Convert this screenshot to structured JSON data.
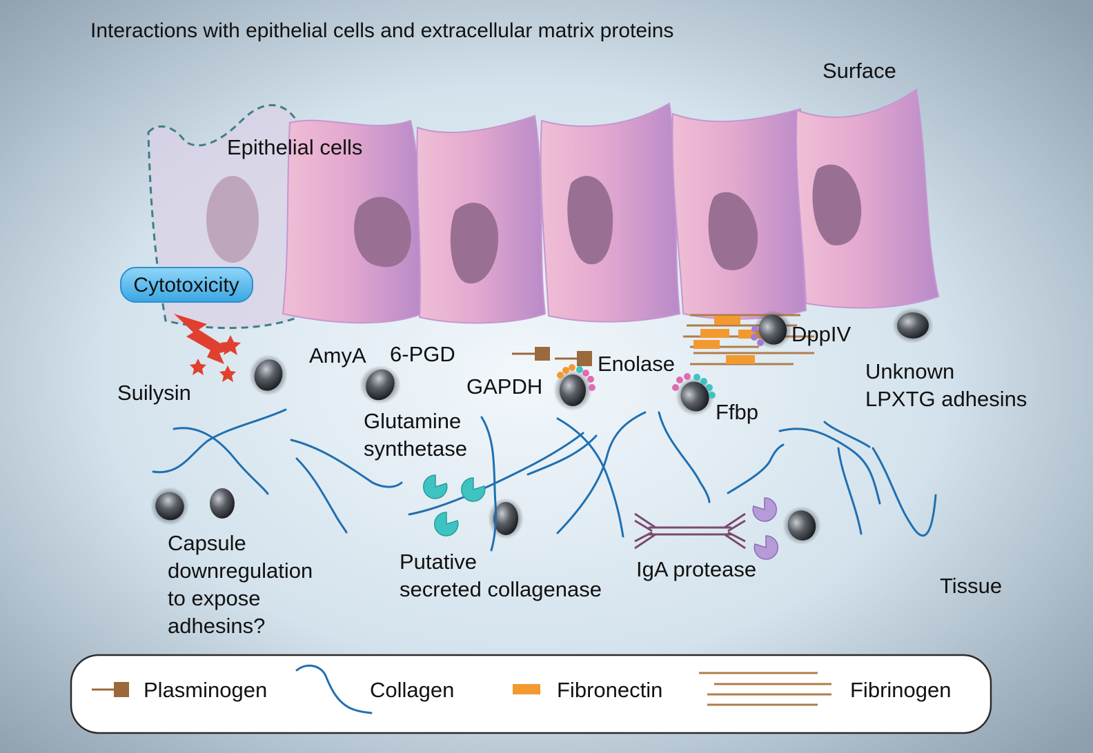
{
  "title": "Interactions with epithelial cells and extracellular matrix proteins",
  "regions": {
    "surface": "Surface",
    "tissue": "Tissue"
  },
  "cells_label": "Epithelial cells",
  "cytotoxicity": "Cytotoxicity",
  "labels": {
    "suilysin": "Suilysin",
    "amya": "AmyA",
    "pgd": "6-PGD",
    "gapdh": "GAPDH",
    "enolase": "Enolase",
    "dppiv": "DppIV",
    "ffbp": "Ffbp",
    "unknown": [
      "Unknown",
      "LPXTG adhesins"
    ],
    "glutamine": [
      "Glutamine",
      "synthetase"
    ],
    "capsule": [
      "Capsule",
      "downregulation",
      "to expose",
      "adhesins?"
    ],
    "collagenase": [
      "Putative",
      "secreted collagenase"
    ],
    "iga": "IgA protease"
  },
  "legend": {
    "plasminogen": "Plasminogen",
    "collagen": "Collagen",
    "fibronectin": "Fibronectin",
    "fibrinogen": "Fibrinogen"
  },
  "colors": {
    "cell_fill": "#d9a3d3",
    "nucleus": "#9a6f94",
    "collagen": "#1f6fb0",
    "plasminogen": "#9a6a3c",
    "fibronectin": "#f29a30",
    "fibrinogen": "#b07d4a",
    "cytotoxicity_badge": "#57b9ee",
    "toxin_red": "#e0402f",
    "collagenase_teal": "#3ec3c3",
    "protease_purple": "#b79ad8",
    "iga_antibody": "#7a4a6e"
  }
}
